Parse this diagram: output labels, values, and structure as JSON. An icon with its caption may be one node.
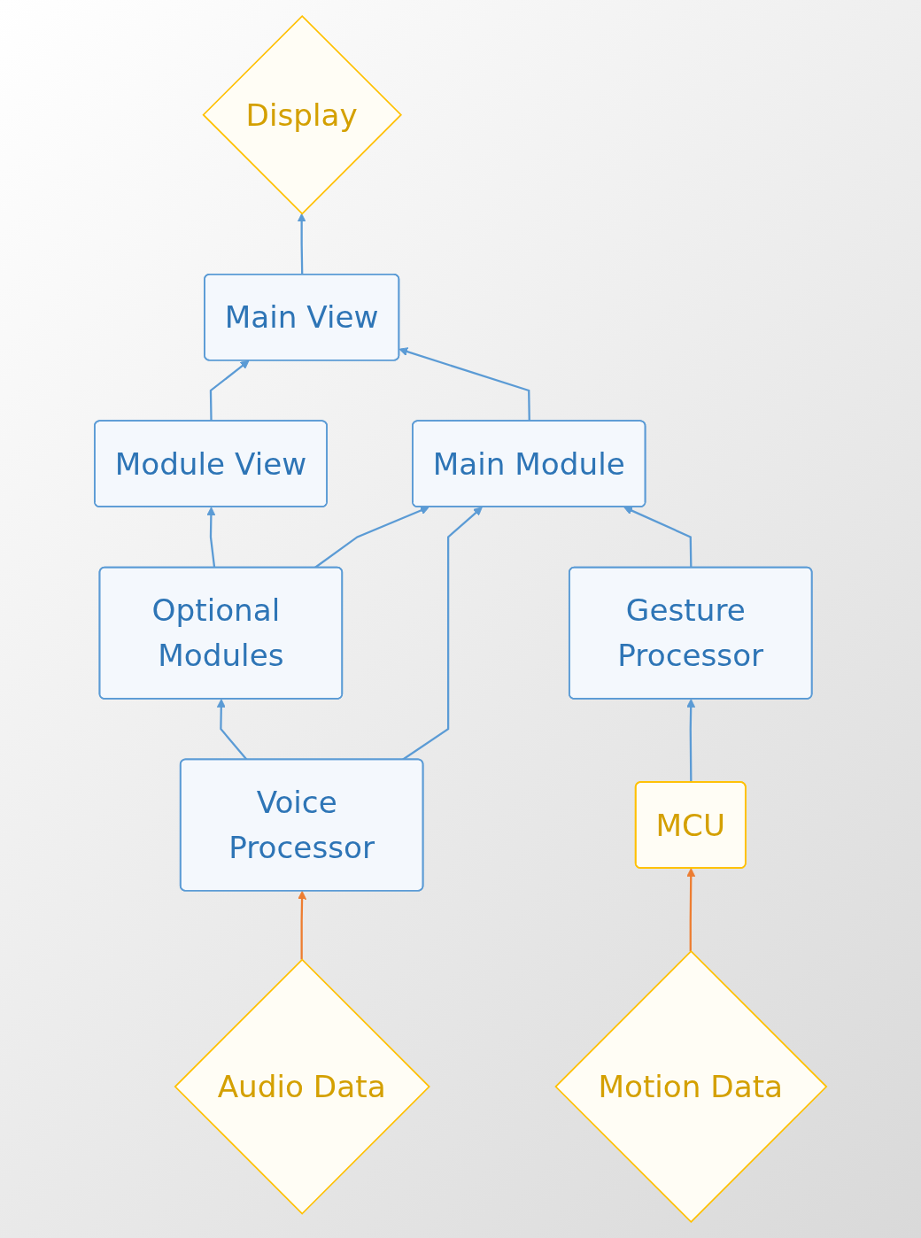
{
  "diagram": {
    "nodes": [
      {
        "text": [
          "Display"
        ]
      },
      {
        "text": [
          "Optional Modules"
        ]
      },
      {
        "text": [
          "Module View"
        ]
      },
      {
        "text": [
          "Main View"
        ]
      },
      {
        "text": [
          "Main Module"
        ]
      },
      {
        "text": [
          "Voice Processor"
        ]
      },
      {
        "text": [
          "Gesture Processor"
        ]
      },
      {
        "text": [
          "MCU"
        ]
      },
      {
        "text": [
          "Audio Data"
        ]
      },
      {
        "text": [
          "Motion Data"
        ]
      }
    ],
    "edges": [
      {
        "from": 3,
        "to": 0,
        "arrow": "to"
      },
      {
        "from": 1,
        "to": 2,
        "arrow": "to"
      },
      {
        "from": 2,
        "to": 3,
        "arrow": "to"
      },
      {
        "from": 4,
        "to": 3,
        "arrow": "to"
      },
      {
        "from": 1,
        "to": 4,
        "arrow": "to"
      },
      {
        "from": 5,
        "to": 4,
        "arrow": "to"
      },
      {
        "from": 5,
        "to": 1,
        "arrow": "to"
      },
      {
        "from": 6,
        "to": 4,
        "arrow": "to"
      },
      {
        "from": 7,
        "to": 6,
        "arrow": "to"
      },
      {
        "from": 8,
        "to": 5,
        "arrow": "to",
        "color": "#ed7d31"
      },
      {
        "from": 9,
        "to": 7,
        "arrow": "to",
        "color": "#ed7d31"
      }
    ]
  }
}
